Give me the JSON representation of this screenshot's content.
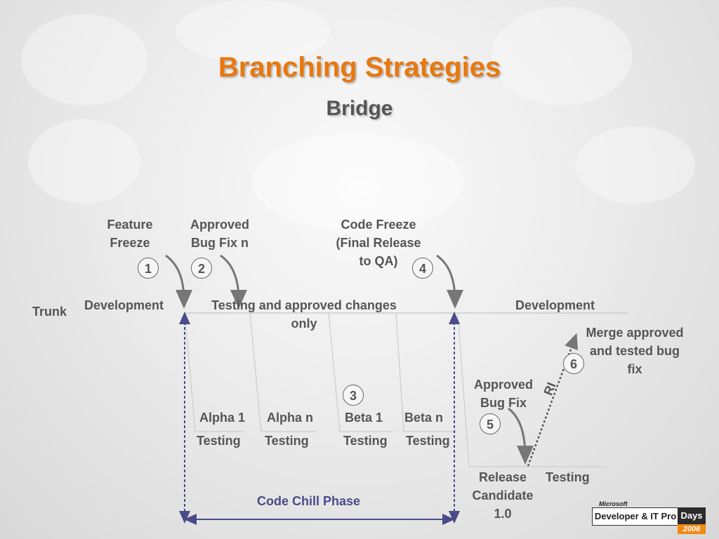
{
  "slide": {
    "title": "Branching Strategies",
    "subtitle": "Bridge"
  },
  "diagram": {
    "trunk_label": "Trunk",
    "annotations": {
      "feature_freeze": "Feature\nFreeze",
      "approved_bug_fix_n": "Approved\nBug Fix n",
      "code_freeze": "Code Freeze\n(Final Release\nto QA)",
      "development_left": "Development",
      "testing_approved": "Testing and approved changes\nonly",
      "development_right": "Development",
      "merge_approved": "Merge approved\nand tested bug\nfix",
      "approved_bug_fix": "Approved\nBug Fix",
      "ri": "RI",
      "code_chill": "Code Chill Phase",
      "release_candidate": "Release\nCandidate\n1.0",
      "testing_rc": "Testing"
    },
    "branches": [
      {
        "name": "Alpha 1",
        "status": "Testing"
      },
      {
        "name": "Alpha n",
        "status": "Testing"
      },
      {
        "name": "Beta 1",
        "status": "Testing"
      },
      {
        "name": "Beta n",
        "status": "Testing"
      }
    ],
    "steps": [
      "1",
      "2",
      "3",
      "4",
      "5",
      "6"
    ],
    "colors": {
      "title": "#e8780e",
      "dashed_line": "#4a4a8a",
      "arrow": "#777777"
    }
  },
  "logo": {
    "microsoft": "Microsoft",
    "event": "Developer & IT Pro",
    "days": "Days",
    "year": "2006"
  }
}
